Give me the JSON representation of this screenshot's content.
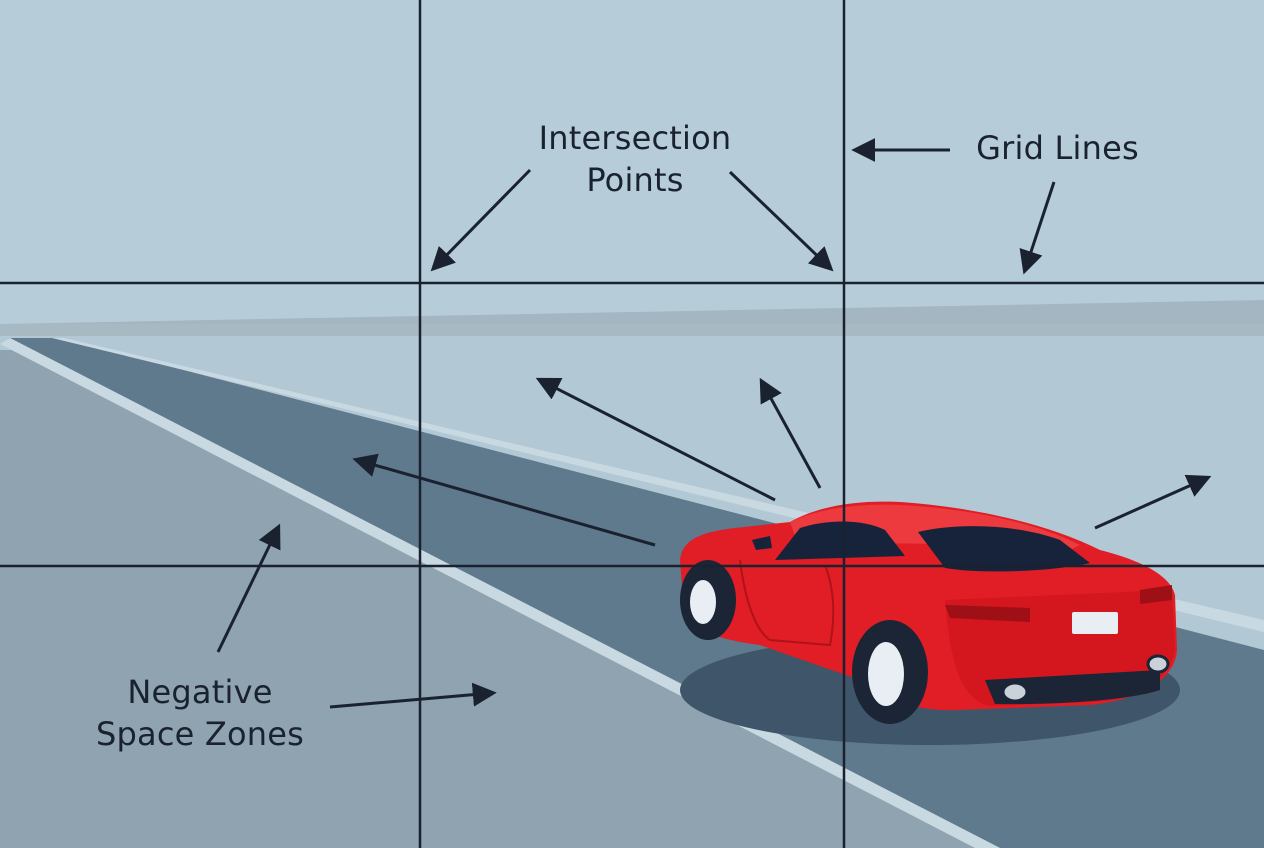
{
  "labels": {
    "intersection_points": [
      "Intersection",
      "Points"
    ],
    "grid_lines": "Grid Lines",
    "negative_space_zones": [
      "Negative",
      "Space Zones"
    ]
  },
  "colors": {
    "sky": "#b6cdd9",
    "horizon_band": "#9fb2bd",
    "ground": "#8fa3b0",
    "road": "#5e788c",
    "road_edge": "#c7d8e1",
    "grid_line": "#1a2230",
    "arrow": "#1a2230",
    "car_body": "#e11d25",
    "car_window": "#16233a"
  }
}
